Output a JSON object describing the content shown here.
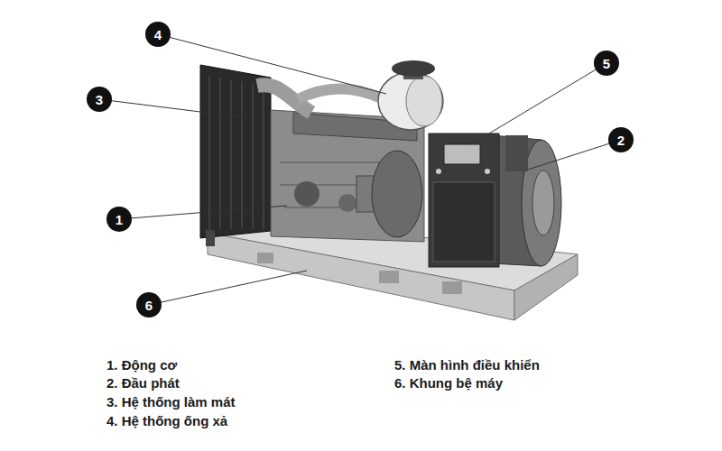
{
  "diagram": {
    "nodes": [
      {
        "text": [
          "4"
        ]
      },
      {
        "text": [
          "5"
        ]
      },
      {
        "text": [
          "3"
        ]
      },
      {
        "text": [
          "2"
        ]
      },
      {
        "text": [
          "1"
        ]
      },
      {
        "text": [
          "6"
        ]
      }
    ],
    "labels": [
      "1. Động cơ",
      "2. Đầu phát",
      "3. Hệ thống làm mát",
      "4. Hệ thống ống xả",
      "5. Màn hình điều khiển",
      "6. Khung bệ máy"
    ]
  }
}
